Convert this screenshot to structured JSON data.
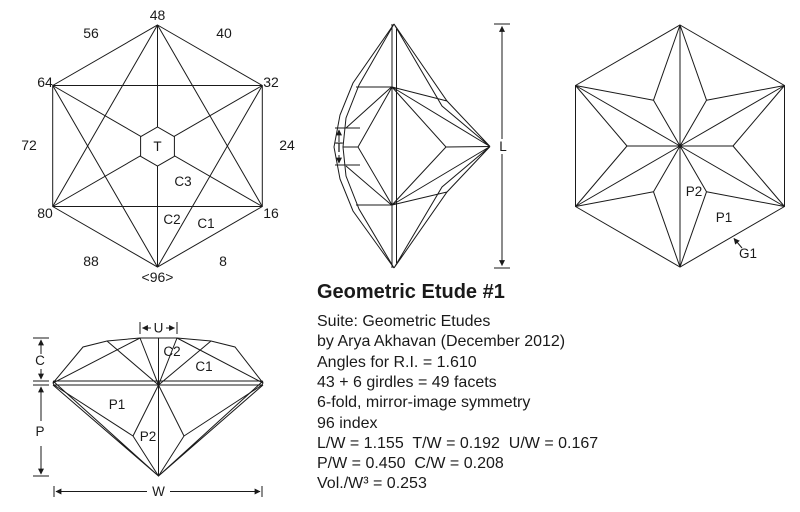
{
  "colors": {
    "ink": "#1a1a1a",
    "background": "#ffffff"
  },
  "crown_view": {
    "indices": {
      "i48": "48",
      "i56": "56",
      "i40": "40",
      "i64": "64",
      "i32": "32",
      "i72": "72",
      "i24": "24",
      "i80": "80",
      "i16": "16",
      "i88": "88",
      "i8": "8",
      "i96": "<96>"
    },
    "facet_labels": {
      "table": "T",
      "c3": "C3",
      "c2": "C2",
      "c1": "C1"
    }
  },
  "profile_view": {
    "dim_labels": {
      "t": "T",
      "l": "L"
    }
  },
  "pavilion_view": {
    "facet_labels": {
      "p2": "P2",
      "p1": "P1",
      "g1": "G1"
    }
  },
  "elevation_view": {
    "dim_labels": {
      "u": "U",
      "c": "C",
      "p": "P",
      "w": "W"
    },
    "facet_labels": {
      "c2": "C2",
      "c1": "C1",
      "p1": "P1",
      "p2": "P2"
    }
  },
  "info": {
    "title": "Geometric Etude #1",
    "lines": [
      "Suite: Geometric Etudes",
      "by Arya Akhavan (December 2012)",
      "Angles for R.I. = 1.610",
      "43 + 6 girdles = 49 facets",
      "6-fold, mirror-image symmetry",
      "96 index",
      "L/W = 1.155  T/W = 0.192  U/W = 0.167",
      "P/W = 0.450  C/W = 0.208",
      "Vol./W³ = 0.253"
    ]
  }
}
